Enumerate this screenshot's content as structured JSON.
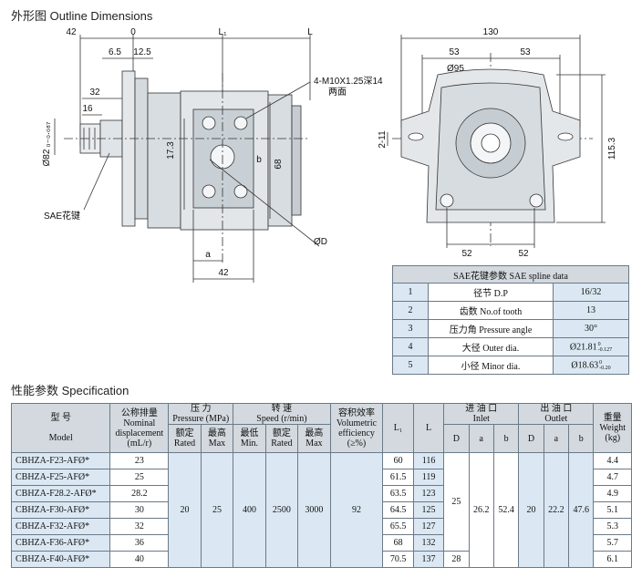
{
  "outline_title": "外形图   Outline Dimensions",
  "spec_title": "性能参数   Specification",
  "drawing_front": {
    "dims": {
      "d42": "42",
      "d0": "0",
      "dL1": "L₁",
      "dL": "L",
      "d6_5": "6.5",
      "d12_5": "12.5",
      "d32": "32",
      "d16": "16",
      "d82": "Ø82 ₀₋₀.₀₈₇",
      "d17_3": "17.3",
      "d68": "68",
      "db": "b",
      "da": "a",
      "d42b": "42",
      "dD": "ØD"
    },
    "thread_note": "4-M10X1.25深14",
    "thread_note2": "两面",
    "sae_label": "SAE花键"
  },
  "drawing_side": {
    "dims": {
      "d130": "130",
      "d53a": "53",
      "d53b": "53",
      "d95": "Ø95",
      "d2_11": "2-11",
      "d115_3": "115.3",
      "d52a": "52",
      "d52b": "52"
    }
  },
  "spline": {
    "title": "SAE花键参数  SAE spline data",
    "rows": [
      {
        "no": "1",
        "name": "径节 D.P",
        "value": "16/32"
      },
      {
        "no": "2",
        "name": "齿数  No.of tooth",
        "value": "13"
      },
      {
        "no": "3",
        "name": "压力角  Pressure angle",
        "value": "30°"
      },
      {
        "no": "4",
        "name": "大径  Outer dia.",
        "value": "Ø21.81",
        "tol_up": "0",
        "tol_dn": "-0.127"
      },
      {
        "no": "5",
        "name": "小径  Minor dia.",
        "value": "Ø18.63",
        "tol_up": "0",
        "tol_dn": "-0.20"
      }
    ]
  },
  "spec": {
    "headers": {
      "model_cn": "型       号",
      "model_en": "Model",
      "disp_cn": "公称排量",
      "disp_en1": "Nominal",
      "disp_en2": "displacement",
      "disp_unit": "(mL/r)",
      "pressure_cn": "压       力",
      "pressure_en": "Pressure (MPa)",
      "speed_cn": "转       速",
      "speed_en": "Speed (r/min)",
      "eff_cn": "容积效率",
      "eff_en1": "Volumetric",
      "eff_en2": "efficiency",
      "eff_unit": "(≥%)",
      "l1": "L₁",
      "l": "L",
      "inlet_cn": "进  油  口",
      "inlet_en": "Inlet",
      "outlet_cn": "出  油  口",
      "outlet_en": "Outlet",
      "weight_cn": "重量",
      "weight_en": "Weight",
      "weight_unit": "(kg)",
      "rated_cn": "额定",
      "rated_en": "Rated",
      "max_cn": "最高",
      "max_en": "Max",
      "min_cn": "最低",
      "min_en": "Min.",
      "srated_cn": "额定",
      "srated_en": "Rated",
      "smax_cn": "最高",
      "smax_en": "Max",
      "in_D": "D",
      "in_a": "a",
      "in_b": "b",
      "out_D": "D",
      "out_a": "a",
      "out_b": "b"
    },
    "rows": [
      {
        "model": "CBHZA-F23-AFØ*",
        "disp": "23",
        "l1": "60",
        "l": "116",
        "weight": "4.4"
      },
      {
        "model": "CBHZA-F25-AFØ*",
        "disp": "25",
        "l1": "61.5",
        "l": "119",
        "weight": "4.7"
      },
      {
        "model": "CBHZA-F28.2-AFØ*",
        "disp": "28.2",
        "l1": "63.5",
        "l": "123",
        "weight": "4.9"
      },
      {
        "model": "CBHZA-F30-AFØ*",
        "disp": "30",
        "l1": "64.5",
        "l": "125",
        "weight": "5.1"
      },
      {
        "model": "CBHZA-F32-AFØ*",
        "disp": "32",
        "l1": "65.5",
        "l": "127",
        "weight": "5.3"
      },
      {
        "model": "CBHZA-F36-AFØ*",
        "disp": "36",
        "l1": "68",
        "l": "132",
        "weight": "5.7"
      },
      {
        "model": "CBHZA-F40-AFØ*",
        "disp": "40",
        "l1": "70.5",
        "l": "137",
        "weight": "6.1"
      }
    ],
    "merged": {
      "p_rated": "20",
      "p_max": "25",
      "s_min": "400",
      "s_rated": "2500",
      "s_max": "3000",
      "eff": "92",
      "in_D": "25",
      "in_D_last": "28",
      "in_a": "26.2",
      "in_b": "52.4",
      "out_D": "20",
      "out_a": "22.2",
      "out_b": "47.6"
    }
  }
}
